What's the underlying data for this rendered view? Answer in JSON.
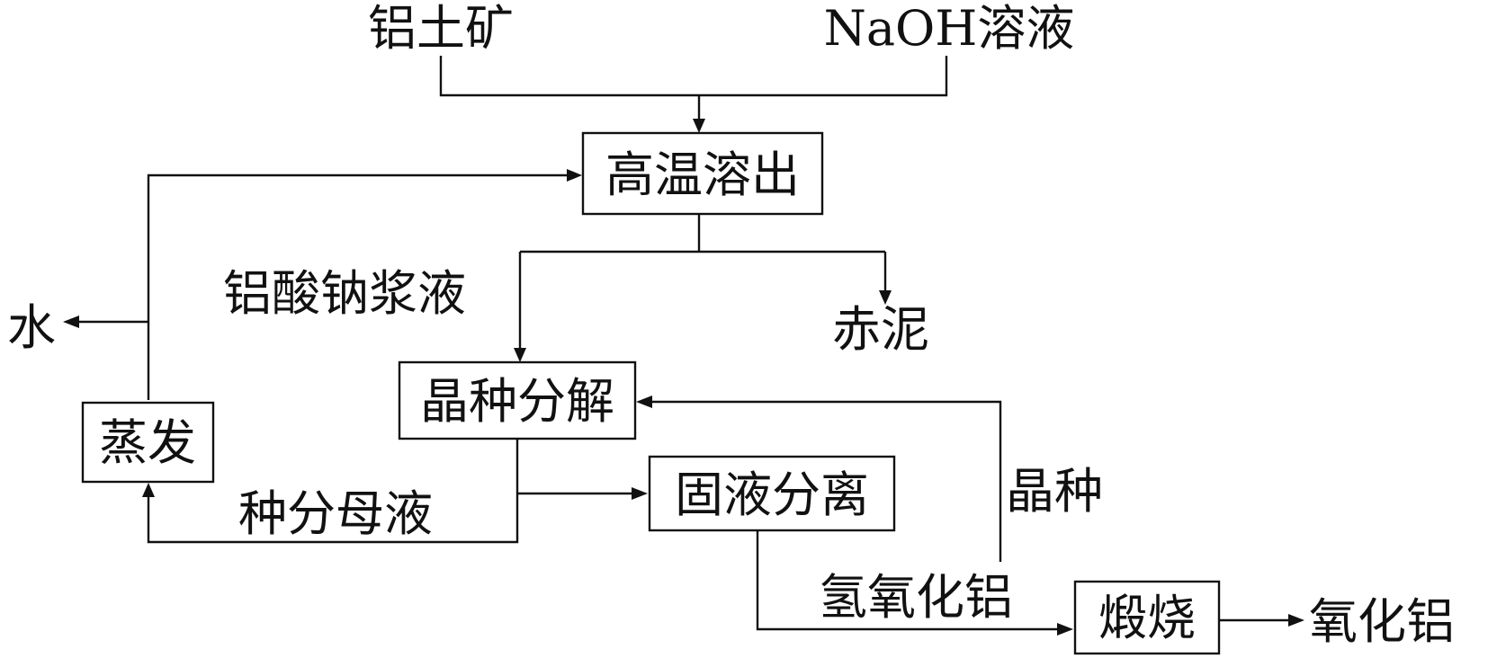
{
  "inputs": {
    "bauxite": "铝土矿",
    "naoh": "NaOH溶液"
  },
  "boxes": {
    "dissolution": "高温溶出",
    "seeded_decomposition": "晶种分解",
    "evaporation": "蒸发",
    "solid_liquid_separation": "固液分离",
    "calcination": "煅烧"
  },
  "labels": {
    "sodium_aluminate_slurry": "铝酸钠浆液",
    "red_mud": "赤泥",
    "water": "水",
    "seed_mother_liquor": "种分母液",
    "seed_crystal": "晶种",
    "aluminum_hydroxide": "氢氧化铝",
    "alumina": "氧化铝"
  }
}
